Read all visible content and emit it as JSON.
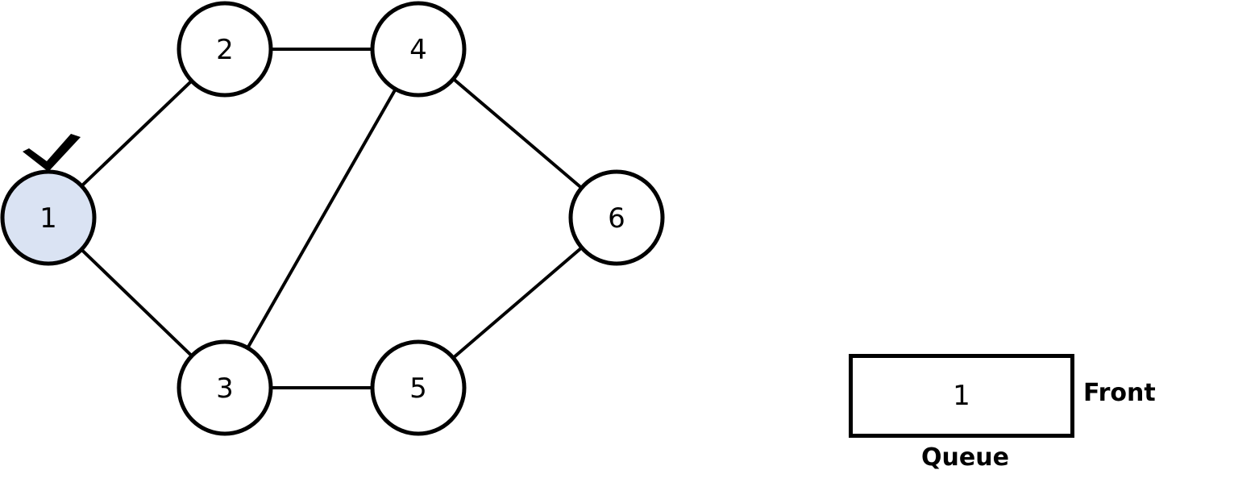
{
  "graph": {
    "nodes": [
      {
        "id": "1",
        "label": "1",
        "visited": true
      },
      {
        "id": "2",
        "label": "2",
        "visited": false
      },
      {
        "id": "3",
        "label": "3",
        "visited": false
      },
      {
        "id": "4",
        "label": "4",
        "visited": false
      },
      {
        "id": "5",
        "label": "5",
        "visited": false
      },
      {
        "id": "6",
        "label": "6",
        "visited": false
      }
    ],
    "edges": [
      [
        "1",
        "2"
      ],
      [
        "1",
        "3"
      ],
      [
        "2",
        "4"
      ],
      [
        "3",
        "4"
      ],
      [
        "3",
        "5"
      ],
      [
        "4",
        "6"
      ],
      [
        "5",
        "6"
      ]
    ],
    "visited_marker": "checkmark-icon",
    "colors": {
      "visited_fill": "#dae3f3",
      "default_fill": "#ffffff",
      "stroke": "#000000"
    }
  },
  "queue": {
    "items": [
      "1"
    ],
    "front_label": "Front",
    "caption": "Queue"
  }
}
